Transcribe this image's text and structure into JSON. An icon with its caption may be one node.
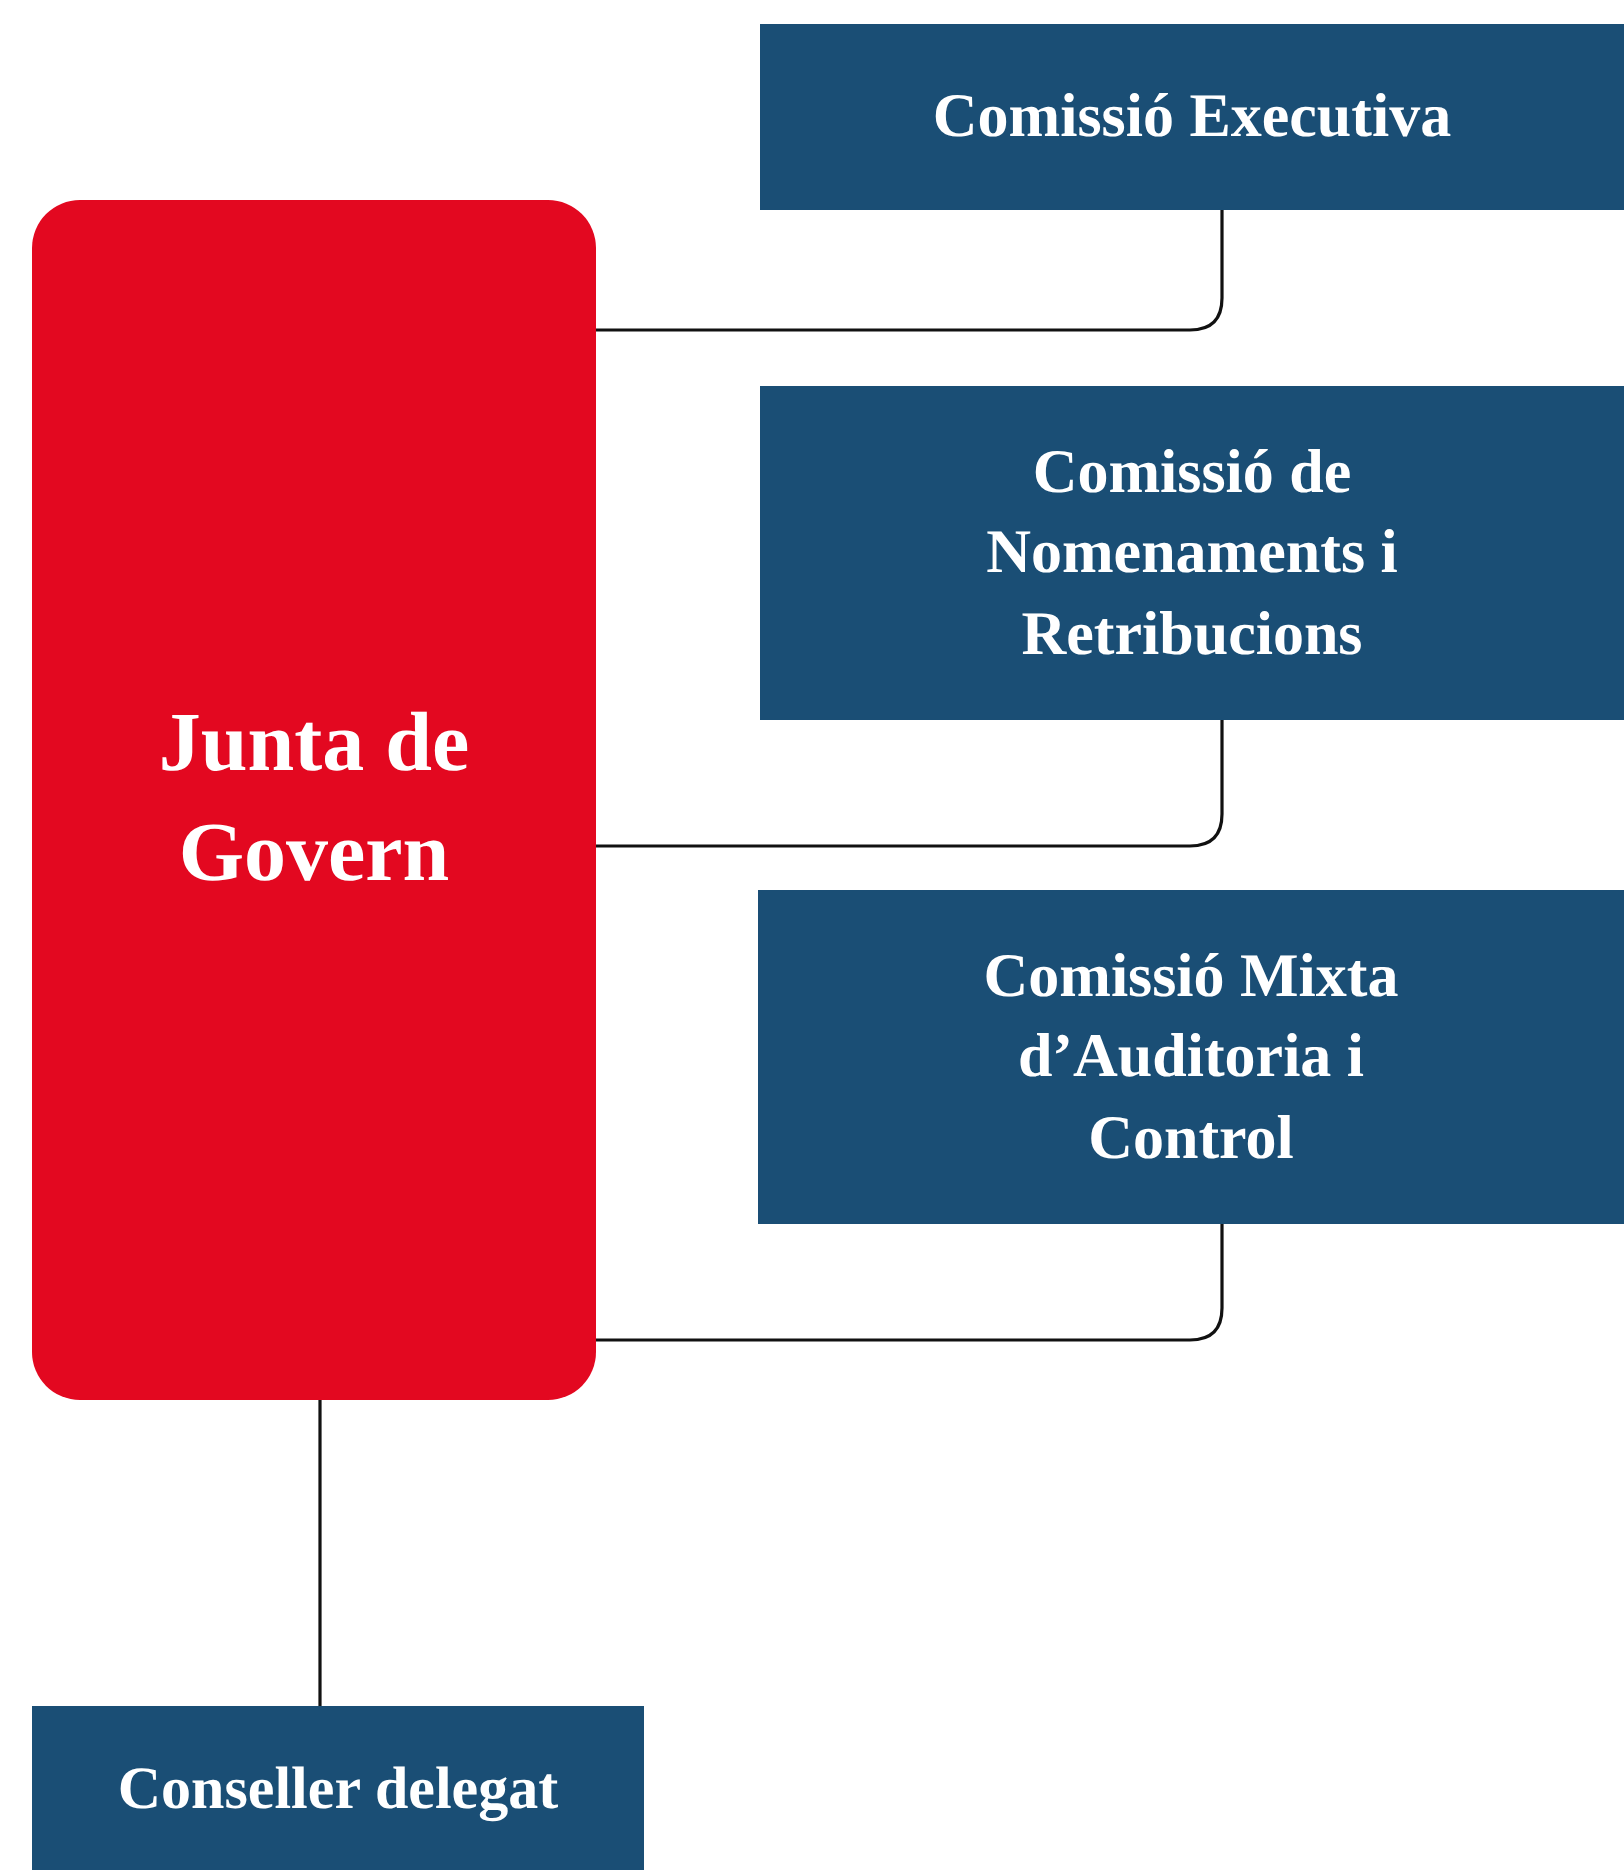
{
  "diagram": {
    "nodes": [
      {
        "text": [
          "Comissió Executiva"
        ]
      },
      {
        "text": [
          "Junta de Govern"
        ]
      },
      {
        "text": [
          "Comissió de Nomenaments i Retribucions"
        ]
      },
      {
        "text": [
          "Comissió Mixta d’Auditoria i Control"
        ]
      },
      {
        "text": [
          "Conseller delegat"
        ]
      }
    ],
    "edges": [
      {
        "from": 1,
        "to": 0,
        "arrow": "none"
      },
      {
        "from": 1,
        "to": 2,
        "arrow": "none"
      },
      {
        "from": 1,
        "to": 3,
        "arrow": "none"
      },
      {
        "from": 1,
        "to": 4,
        "arrow": "none"
      }
    ]
  }
}
